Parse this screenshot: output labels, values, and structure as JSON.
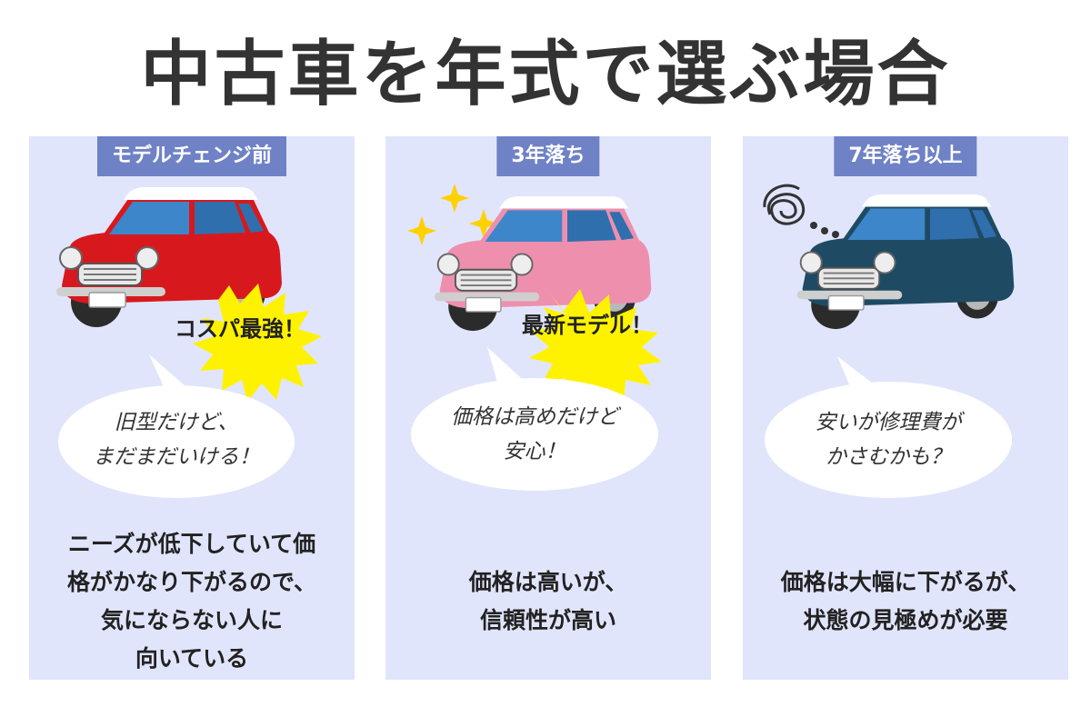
{
  "title": "中古車を年式で選ぶ場合",
  "colors": {
    "panel_bg": "#e1e5fb",
    "tag_bg": "#6f82c6",
    "burst_yellow": "#fff200",
    "car_red": "#d7191e",
    "car_pink": "#ee8fae",
    "car_navy": "#1f4a63"
  },
  "panels": [
    {
      "tag": "モデルチェンジ前",
      "burst": "コスパ最強！",
      "bubble_line1": "旧型だけど、",
      "bubble_line2": "まだまだいける！",
      "desc_line1": "ニーズが低下していて価",
      "desc_line2": "格がかなり下がるので、",
      "desc_line3": "気にならない人に",
      "desc_line4": "向いている",
      "car_icon": "red-car-icon"
    },
    {
      "tag": "3年落ち",
      "burst": "最新モデル！",
      "bubble_line1": "価格は高めだけど",
      "bubble_line2": "安心！",
      "desc_line1": "価格は高いが、",
      "desc_line2": "信頼性が高い",
      "car_icon": "pink-car-icon"
    },
    {
      "tag": "7年落ち以上",
      "bubble_line1": "安いが修理費が",
      "bubble_line2": "かさむかも？",
      "desc_line1": "価格は大幅に下がるが、",
      "desc_line2": "状態の見極めが必要",
      "car_icon": "navy-car-icon"
    }
  ]
}
